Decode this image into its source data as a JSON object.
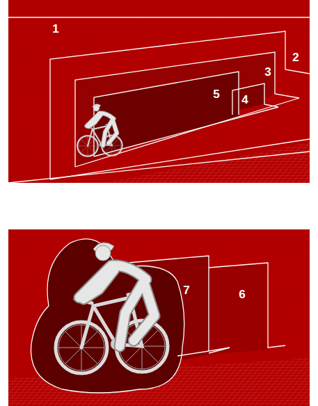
{
  "diagram": {
    "labels": [
      "1",
      "2",
      "3",
      "5",
      "4",
      "7",
      "6"
    ]
  }
}
